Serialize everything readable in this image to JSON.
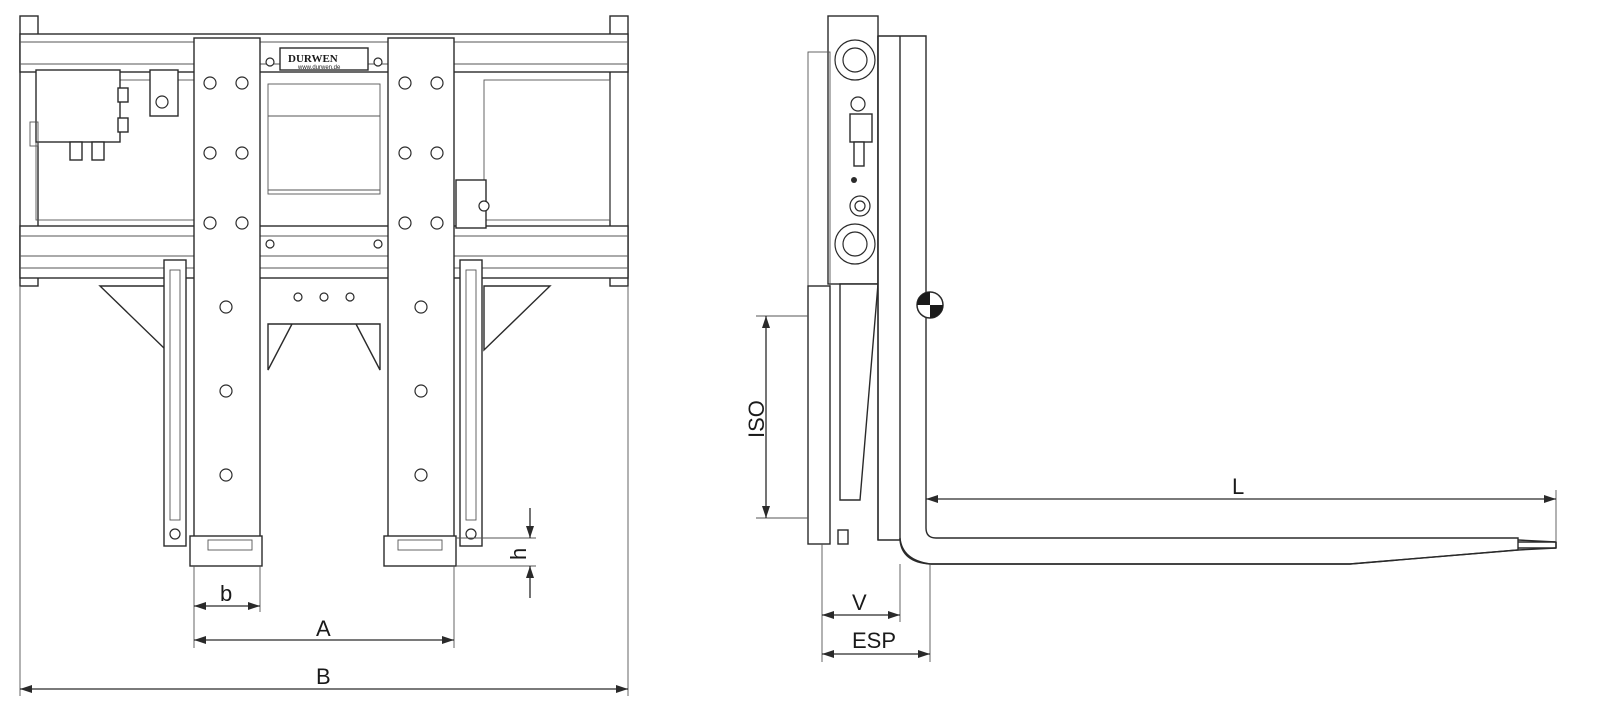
{
  "dimensions": {
    "b": "b",
    "A": "A",
    "B": "B",
    "h": "h",
    "ISO": "ISO",
    "L": "L",
    "V": "V",
    "ESP": "ESP"
  },
  "nameplate": {
    "brand": "DURWEN",
    "url": "www.durwen.de"
  },
  "colors": {
    "line": "#2a2a2a",
    "background": "#ffffff"
  }
}
